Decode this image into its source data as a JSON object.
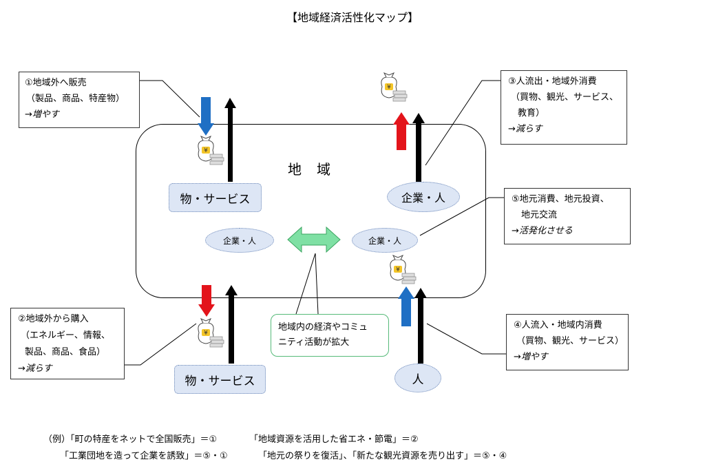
{
  "title": "【地域経済活性化マップ】",
  "region_label": "地域",
  "boxes": {
    "b1": [
      "①地域外へ販売",
      "（製品、商品、特産物）",
      "→増やす"
    ],
    "b2": [
      "②地域外から購入",
      "（エネルギー、情報、",
      "製品、商品、食品）",
      "→減らす"
    ],
    "b3": [
      "③人流出・地域外消費",
      "（買物、観光、サービス、",
      "教育）",
      "→減らす"
    ],
    "b4": [
      "④人流入・地域内消費",
      "（買物、観光、サービス）",
      "→増やす"
    ],
    "b5": [
      "⑤地元消費、地元投資、",
      "地元交流",
      "→活発化させる"
    ]
  },
  "pills": {
    "goods_top": "物・サービス",
    "goods_bottom": "物・サービス",
    "company_person_top": "企業・人",
    "company_left": "企業・人",
    "company_right": "企業・人",
    "person": "人"
  },
  "green_note": [
    "地域内の経済やコミュ",
    "ニティ活動が拡大"
  ],
  "example_lines": [
    [
      "（例）「町の特産をネットで全国販売」＝①",
      "「地域資源を活用した省エネ・節電」＝②"
    ],
    [
      "「工業団地を造って企業を誘致」＝⑤・①",
      "「地元の祭りを復活」、「新たな観光資源を売り出す」＝⑤・④"
    ]
  ],
  "colors": {
    "blue_arrow": "#1f6fc4",
    "red_arrow": "#e3141b",
    "green_arrow": "#7fe0a4",
    "pill_fill": "#dde6f5"
  },
  "money_icon_symbol": "¥"
}
